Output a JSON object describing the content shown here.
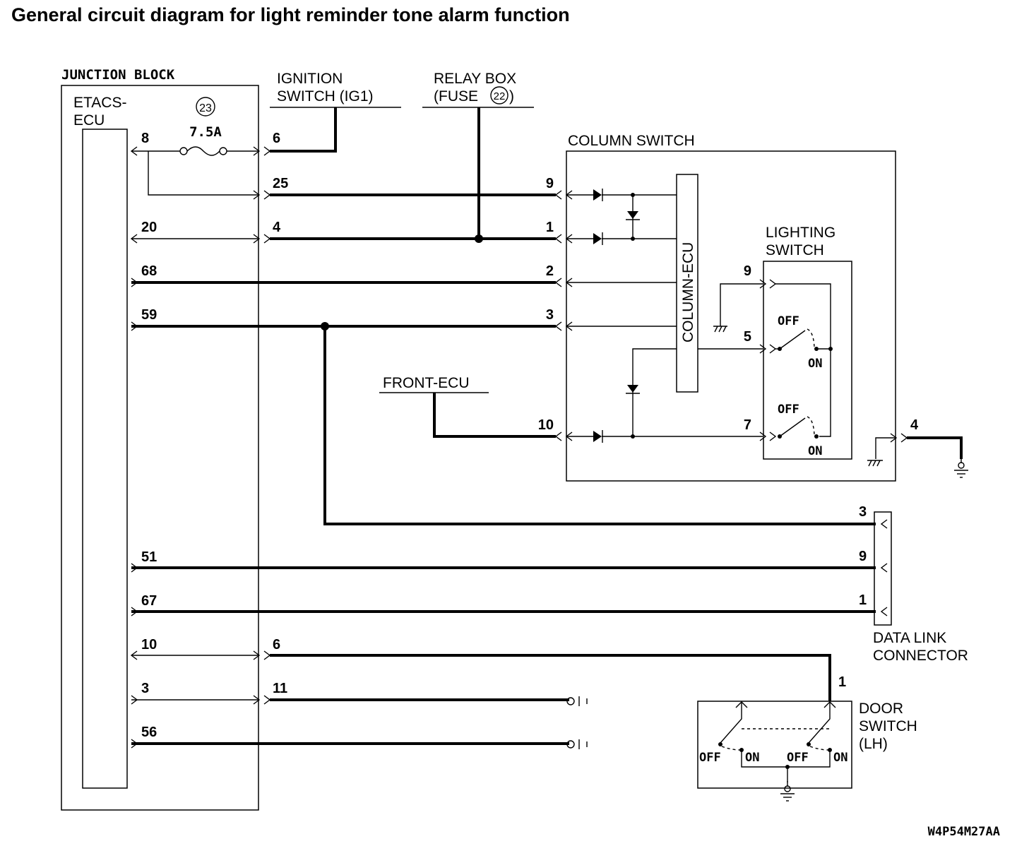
{
  "title": "General circuit diagram for light reminder tone alarm function",
  "figure_code": "W4P54M27AA",
  "junction_block": {
    "label": "JUNCTION BLOCK",
    "etacs_line1": "ETACS-",
    "etacs_line2": "ECU",
    "fuse_number": "23",
    "fuse_rating": "7.5A",
    "ecu_pins": [
      "8",
      "20",
      "68",
      "59",
      "51",
      "67",
      "10",
      "3",
      "56"
    ],
    "out_pins": [
      "6",
      "25",
      "4",
      "6",
      "11"
    ]
  },
  "ignition_switch": {
    "line1": "IGNITION",
    "line2": "SWITCH (IG1)"
  },
  "relay_box": {
    "line1": "RELAY BOX",
    "line2_pre": "(FUSE",
    "fuse_number": "22",
    "line2_post": ")"
  },
  "column_switch": {
    "label": "COLUMN SWITCH",
    "ecu_label": "COLUMN-ECU",
    "pins": [
      "9",
      "1",
      "2",
      "3",
      "10",
      "4"
    ]
  },
  "lighting_switch": {
    "line1": "LIGHTING",
    "line2": "SWITCH",
    "pins": [
      "9",
      "5",
      "7"
    ],
    "off_label": "OFF",
    "on_label": "ON"
  },
  "front_ecu": {
    "label": "FRONT-ECU"
  },
  "data_link_connector": {
    "line1": "DATA LINK",
    "line2": "CONNECTOR",
    "pins": [
      "3",
      "9",
      "1"
    ]
  },
  "door_switch": {
    "line1": "DOOR",
    "line2": "SWITCH",
    "line3": "(LH)",
    "pin": "1",
    "off_label": "OFF",
    "on_label": "ON"
  }
}
